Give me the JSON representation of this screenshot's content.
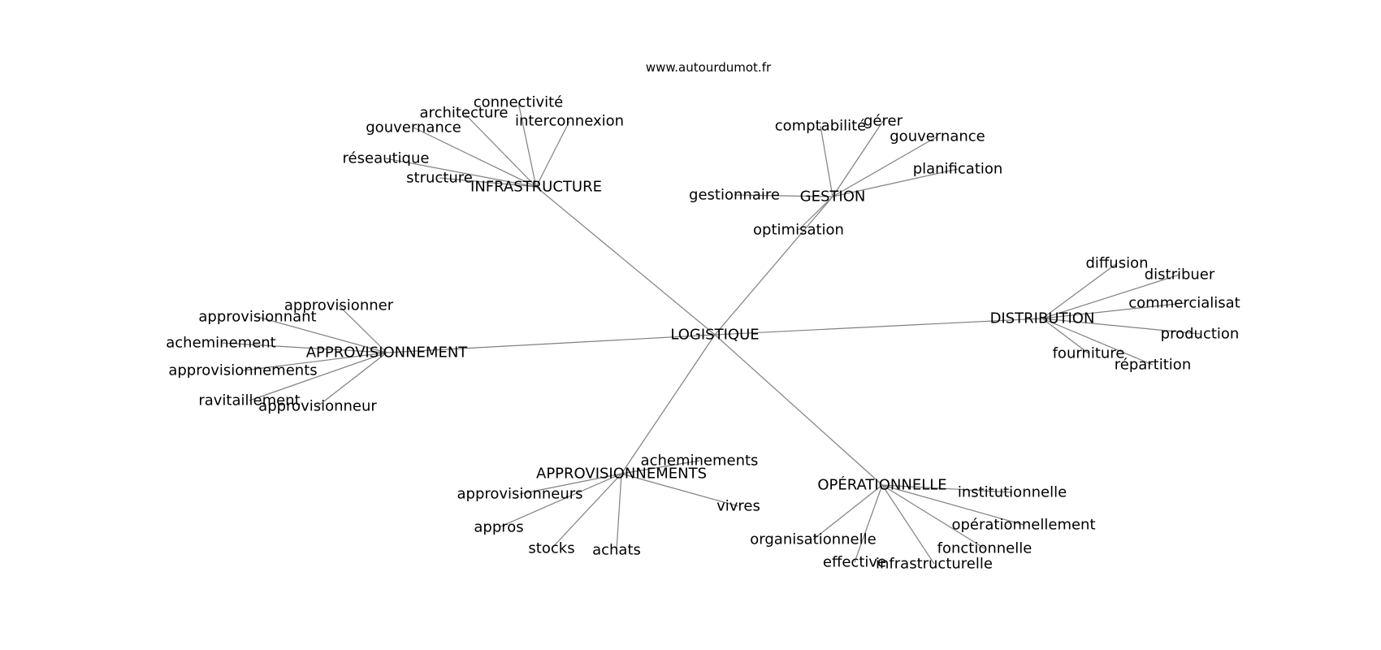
{
  "header": {
    "site": "www.autourdumot.fr"
  },
  "graph": {
    "center": {
      "id": "logistique",
      "label": "LOGISTIQUE"
    },
    "hubs": [
      {
        "id": "infrastructure",
        "label": "INFRASTRUCTURE",
        "leaves": [
          "connectivité",
          "architecture",
          "interconnexion",
          "gouvernance",
          "réseautique",
          "structure"
        ]
      },
      {
        "id": "gestion",
        "label": "GESTION",
        "leaves": [
          "comptabilité",
          "gérer",
          "gouvernance",
          "planification",
          "gestionnaire",
          "optimisation"
        ]
      },
      {
        "id": "distribution",
        "label": "DISTRIBUTION",
        "leaves": [
          "diffusion",
          "distribuer",
          "commercialisat",
          "production",
          "fourniture",
          "répartition"
        ]
      },
      {
        "id": "approvisionnement",
        "label": "APPROVISIONNEMENT",
        "leaves": [
          "approvisionner",
          "approvisionnant",
          "acheminement",
          "approvisionnements",
          "ravitaillement",
          "approvisionneur"
        ]
      },
      {
        "id": "approvisionnements",
        "label": "APPROVISIONNEMENTS",
        "leaves": [
          "acheminements",
          "approvisionneurs",
          "vivres",
          "appros",
          "stocks",
          "achats"
        ]
      },
      {
        "id": "operationnelle",
        "label": "OPÉRATIONNELLE",
        "leaves": [
          "institutionnelle",
          "opérationnellement",
          "organisationnelle",
          "fonctionnelle",
          "effective",
          "infrastructurelle"
        ]
      }
    ]
  }
}
